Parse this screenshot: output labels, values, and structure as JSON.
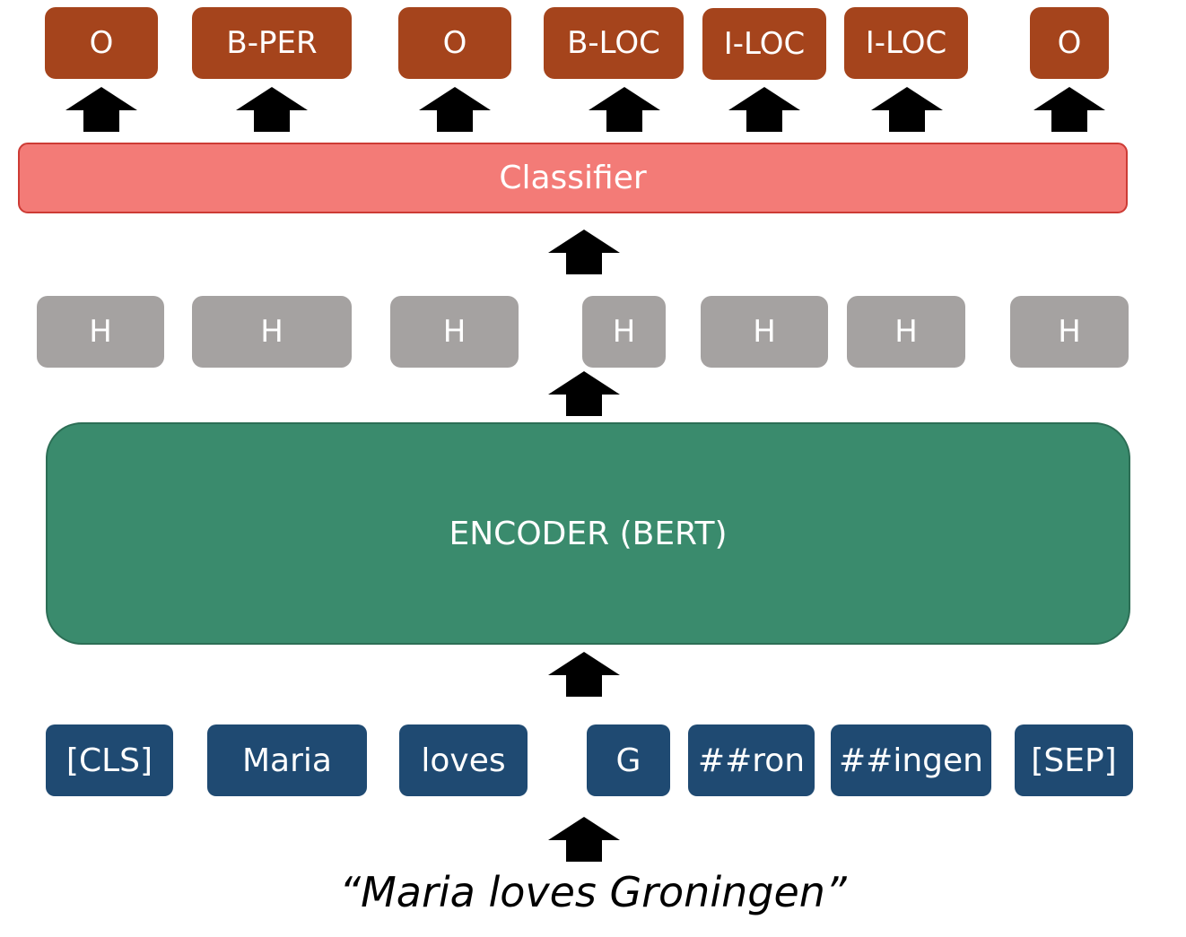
{
  "output_labels": [
    "O",
    "B-PER",
    "O",
    "B-LOC",
    "I-LOC",
    "I-LOC",
    "O"
  ],
  "classifier": {
    "label": "Classifier"
  },
  "hidden_states": [
    "H",
    "H",
    "H",
    "H",
    "H",
    "H",
    "H"
  ],
  "encoder": {
    "label": "ENCODER (BERT)"
  },
  "tokens": [
    "[CLS]",
    "Maria",
    "loves",
    "G",
    "##ron",
    "##ingen",
    "[SEP]"
  ],
  "input_sentence": "“Maria loves Groningen”",
  "colors": {
    "label_fill": "#a5441c",
    "classifier_fill": "#f37b77",
    "hidden_fill": "#a5a2a1",
    "encoder_fill": "#3a8b6d",
    "token_fill": "#1f4a72",
    "arrow": "#000000"
  },
  "icons": {
    "arrow": "arrow-up-icon"
  }
}
